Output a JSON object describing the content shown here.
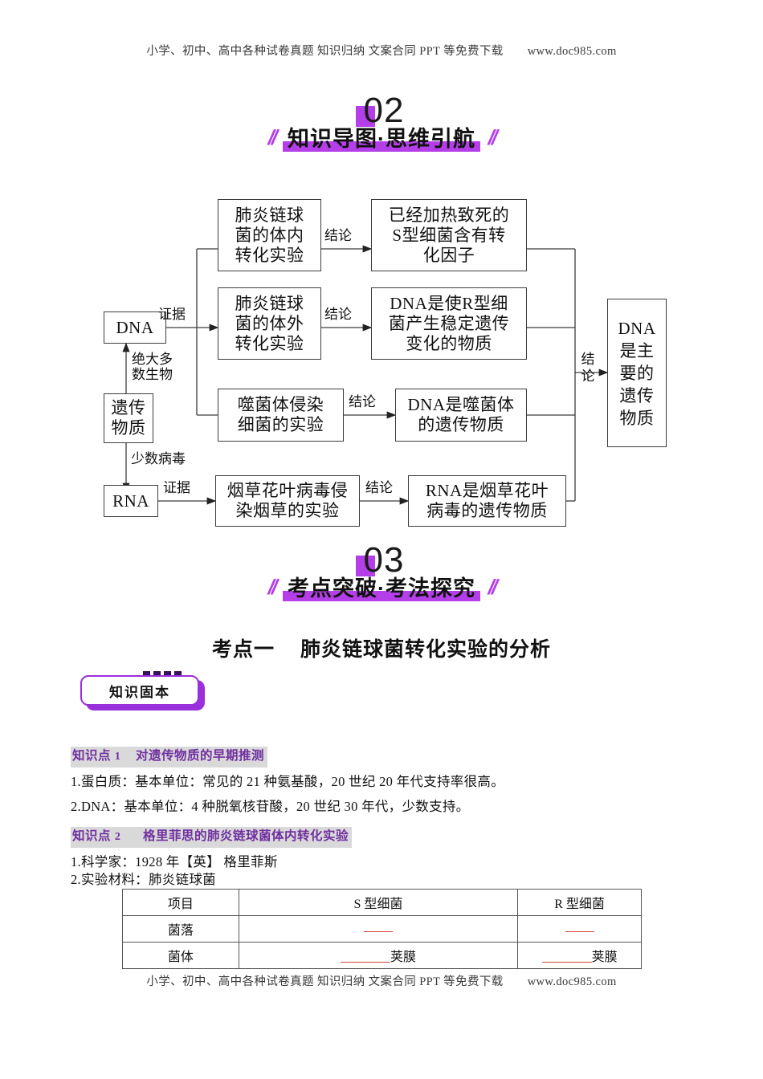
{
  "running_head": {
    "text": "小学、初中、高中各种试卷真题 知识归纳 文案合同 PPT 等免费下载",
    "url": "www.doc985.com"
  },
  "running_foot": {
    "text": "小学、初中、高中各种试卷真题 知识归纳 文案合同 PPT 等免费下载",
    "url": "www.doc985.com"
  },
  "accent_color": "#b43fe8",
  "heading_purple": "#7030a0",
  "blank_red": "#d2463f",
  "banners": [
    {
      "number": "02",
      "title": "知识导图·思维引航",
      "slash_left": "//",
      "slash_right": "//"
    },
    {
      "number": "03",
      "title": "考点突破·考法探究",
      "slash_left": "//",
      "slash_right": "//"
    }
  ],
  "diagram": {
    "nodes": {
      "dna": "DNA",
      "genetic_material": "遗传\n物质",
      "rna": "RNA",
      "exp1": "肺炎链球\n菌的体内\n转化实验",
      "exp2": "肺炎链球\n菌的体外\n转化实验",
      "exp3": "噬菌体侵染\n细菌的实验",
      "exp4": "烟草花叶病毒侵\n染烟草的实验",
      "res1": "已经加热致死的\nS型细菌含有转\n化因子",
      "res2": "DNA是使R型细\n菌产生稳定遗传\n变化的物质",
      "res3": "DNA是噬菌体\n的遗传物质",
      "res4": "RNA是烟草花叶\n病毒的遗传物质",
      "final": "DNA\n是主\n要的\n遗传\n物质"
    },
    "edge_labels": {
      "evidence_dna": "证据",
      "evidence_rna": "证据",
      "most_organisms": "绝大多\n数生物",
      "few_viruses": "少数病毒",
      "conclusion1": "结论",
      "conclusion2": "结论",
      "conclusion3": "结论",
      "conclusion4": "结论",
      "conclusion_final": "结论"
    }
  },
  "kaodian": {
    "label": "考点一",
    "title": "肺炎链球菌转化实验的分析"
  },
  "badge": {
    "label": "知识固本"
  },
  "knowledge_points": [
    {
      "tag": "知识点",
      "num": "1",
      "title": "对遗传物质的早期推测",
      "lines": [
        "1.蛋白质：基本单位：常见的 21 种氨基酸，20 世纪 20 年代支持率很高。",
        "2.DNA：基本单位：4 种脱氧核苷酸，20 世纪 30 年代，少数支持。"
      ]
    },
    {
      "tag": "知识点",
      "num": "2",
      "title": "格里菲思的肺炎链球菌体内转化实验",
      "lines": [
        "1.科学家：1928 年【英】 格里菲斯",
        "2.实验材料：肺炎链球菌"
      ]
    }
  ],
  "table": {
    "headers": [
      "项目",
      "S 型细菌",
      "R 型细菌"
    ],
    "rows": [
      {
        "label": "菌落",
        "s_type": "",
        "r_type": "",
        "blank": "short"
      },
      {
        "label": "菌体",
        "s_type": "荚膜",
        "r_type": "荚膜",
        "blank": "medium"
      }
    ]
  }
}
